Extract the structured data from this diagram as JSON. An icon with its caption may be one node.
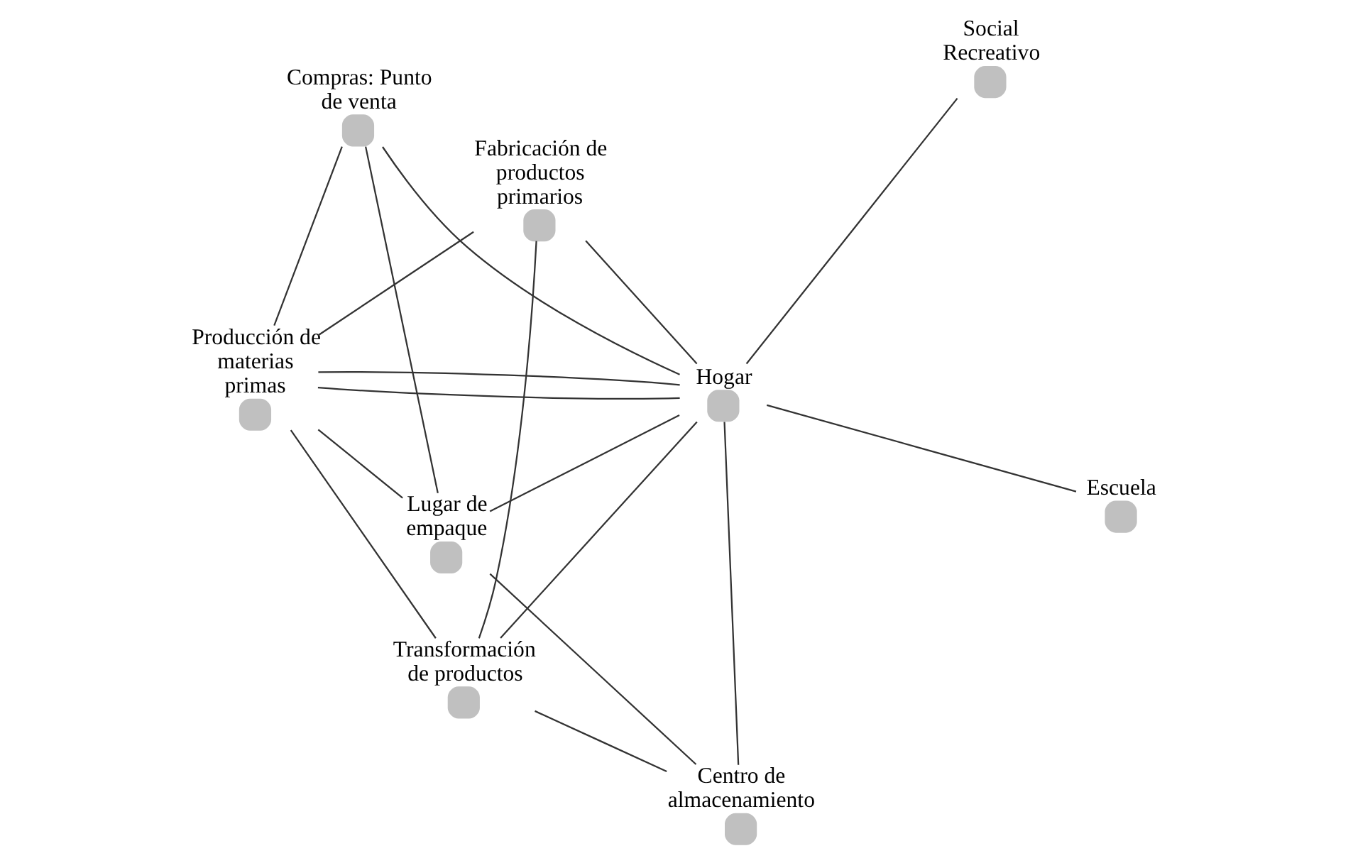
{
  "diagram": {
    "nodes": [
      {
        "text": [],
        "shape": "circle",
        "beside": [
          "Social Recreativo"
        ]
      },
      {
        "text": [],
        "shape": "circle",
        "beside": [
          "Escuela"
        ]
      },
      {
        "text": [],
        "shape": "circle",
        "beside": [
          "Hogar"
        ]
      },
      {
        "text": [],
        "shape": "circle",
        "beside": [
          "Producción de materias primas"
        ]
      },
      {
        "text": [],
        "shape": "circle",
        "beside": [
          "Fabricación de productos primarios"
        ]
      },
      {
        "text": [],
        "shape": "circle",
        "beside": [
          "Transformación de productos"
        ]
      },
      {
        "text": [],
        "shape": "circle",
        "beside": [
          "Centro de almacenamiento"
        ]
      },
      {
        "text": [],
        "shape": "circle",
        "beside": [
          "Compras: Punto de venta"
        ]
      },
      {
        "text": [],
        "shape": "circle",
        "beside": [
          "Lugar de empaque"
        ]
      }
    ],
    "edges": [
      {
        "from": 0,
        "to": 2,
        "arrow": "none"
      },
      {
        "from": 1,
        "to": 2,
        "arrow": "none"
      },
      {
        "from": 2,
        "to": 3,
        "arrow": "none"
      },
      {
        "from": 2,
        "to": 3,
        "arrow": "none"
      },
      {
        "from": 2,
        "to": 4,
        "arrow": "none"
      },
      {
        "from": 2,
        "to": 5,
        "arrow": "none"
      },
      {
        "from": 2,
        "to": 6,
        "arrow": "none"
      },
      {
        "from": 2,
        "to": 8,
        "arrow": "none"
      },
      {
        "from": 2,
        "to": 7,
        "arrow": "none"
      },
      {
        "from": 3,
        "to": 4,
        "arrow": "none"
      },
      {
        "from": 3,
        "to": 5,
        "arrow": "none"
      },
      {
        "from": 3,
        "to": 8,
        "arrow": "none"
      },
      {
        "from": 3,
        "to": 7,
        "arrow": "none"
      },
      {
        "from": 4,
        "to": 5,
        "arrow": "none"
      },
      {
        "from": 5,
        "to": 6,
        "arrow": "none"
      },
      {
        "from": 6,
        "to": 8,
        "arrow": "none"
      },
      {
        "from": 7,
        "to": 8,
        "arrow": "none"
      }
    ]
  }
}
